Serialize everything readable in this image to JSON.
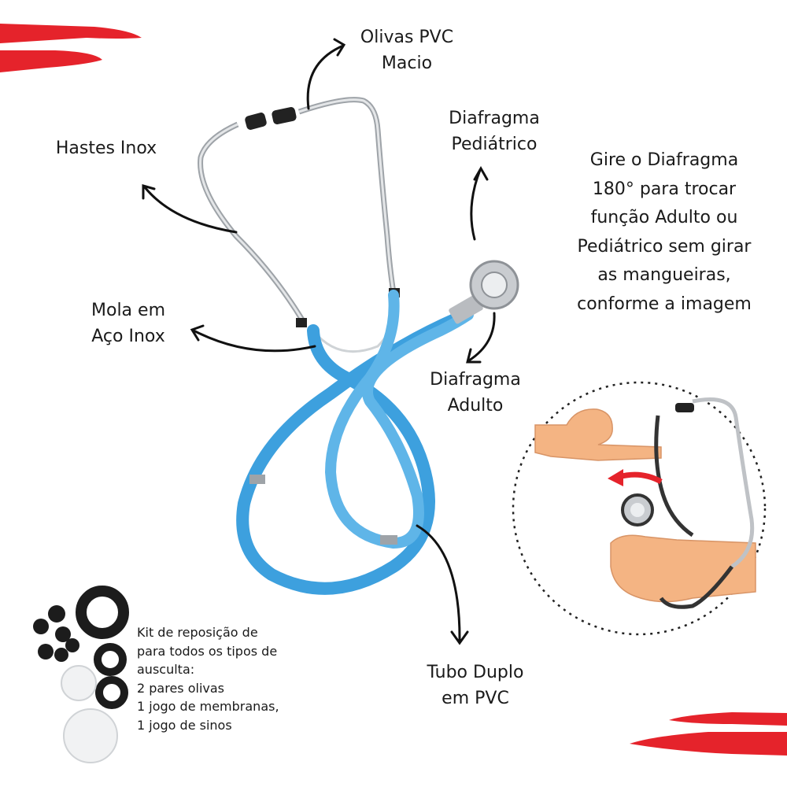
{
  "labels": {
    "olivas": [
      "Olivas PVC",
      "Macio"
    ],
    "hastes": "Hastes Inox",
    "diafragma_pediatrico": [
      "Diafragma",
      "Pediátrico"
    ],
    "mola": [
      "Mola em",
      "Aço Inox"
    ],
    "diafragma_adulto": [
      "Diafragma",
      "Adulto"
    ],
    "tubo": [
      "Tubo Duplo",
      "em PVC"
    ]
  },
  "note": [
    "Gire o Diafragma",
    "180° para trocar",
    "função Adulto ou",
    "Pediátrico sem girar",
    "as mangueiras,",
    "conforme a imagem"
  ],
  "kit": [
    "Kit de reposição de",
    "para todos os tipos de",
    "ausculta:",
    "2 pares olivas",
    "1 jogo de membranas,",
    "1 jogo de sinos"
  ],
  "colors": {
    "accent_red": "#e5232b",
    "tube_blue": "#3da0de",
    "metal": "#b9bcc0",
    "text": "#1a1a1a"
  },
  "icons": [
    "stethoscope-illustration",
    "replacement-kit-illustration",
    "rotation-hands-illustration",
    "curved-arrow-icon"
  ]
}
